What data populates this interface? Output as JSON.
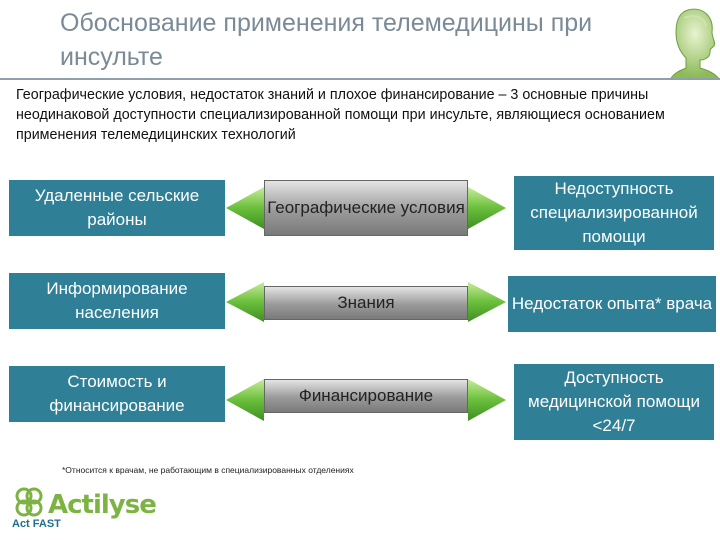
{
  "title": "Обоснование применения телемедицины при инсульте",
  "intro": "Географические условия, недостаток знаний и плохое финансирование – 3 основные причины неодинаковой доступности специализированной помощи при инсульте, являющиеся основанием применения телемедицинских технологий",
  "rows": [
    {
      "left": "Удаленные сельские районы",
      "center": "Географические условия",
      "right": "Недоступность специализированной помощи"
    },
    {
      "left": "Информирование населения",
      "center": "Знания",
      "right": "Недостаток опыта* врача"
    },
    {
      "left": "Стоимость и финансирование",
      "center": "Финансирование",
      "right": "Доступность медицинской помощи <24/7"
    }
  ],
  "footnote": "*Относится к врачам, не работающим в специализированных отделениях",
  "logo": {
    "brand": "Actilyse",
    "tagline": "Act FAST"
  },
  "colors": {
    "teal_box": "#2f7f96",
    "arrow_green": "#6abf3b",
    "title_gray": "#7a8a96"
  },
  "icons": [
    "human-head-icon",
    "actilyse-logo-icon"
  ]
}
